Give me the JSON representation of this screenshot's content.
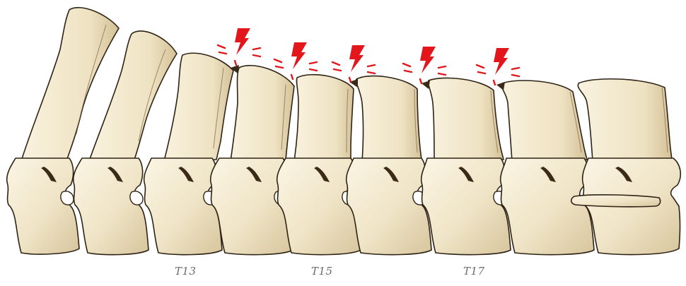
{
  "labels": {
    "t13": "T13",
    "t15": "T15",
    "t17": "T17"
  },
  "colors": {
    "bone_light": "#f6eed8",
    "bone_mid": "#e8dcbc",
    "bone_dark": "#cdbb92",
    "outline": "#2e2315",
    "pain_marker": "#e3161b",
    "label": "#6b6b6b"
  },
  "icons": {
    "pain_marker": "lightning-bolt-icon"
  }
}
